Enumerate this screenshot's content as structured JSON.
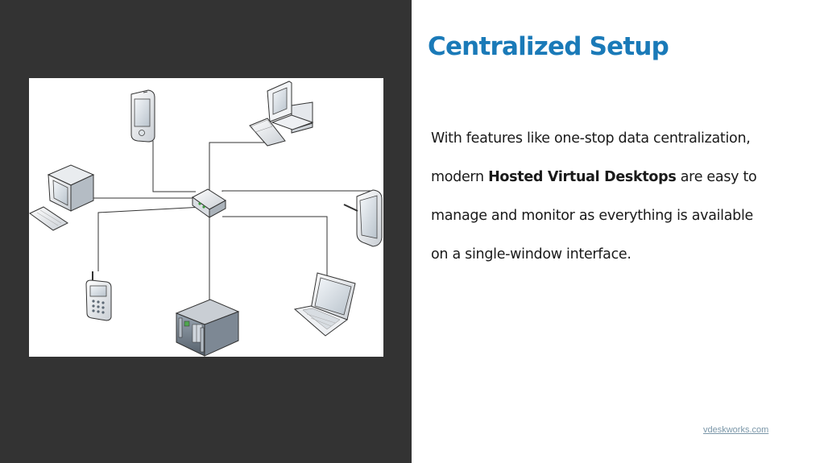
{
  "slide": {
    "title": "Centralized Setup",
    "body": {
      "line1": "With features like one-stop data centralization,",
      "line2_prefix": "modern ",
      "line2_bold": "Hosted Virtual Desktops",
      "line2_suffix": " are easy to",
      "line3": "manage and monitor as everything is available",
      "line4": "on a single-window interface."
    },
    "footer_link": "vdeskworks.com"
  },
  "colors": {
    "left_panel": "#333333",
    "title": "#1a7ab8",
    "link": "#7a96a8"
  },
  "diagram": {
    "hub": "router-icon",
    "devices": [
      "pda-icon",
      "desktop-computer-icon",
      "desktop-computer-icon",
      "tablet-icon",
      "mobile-phone-icon",
      "server-icon",
      "laptop-icon"
    ]
  }
}
